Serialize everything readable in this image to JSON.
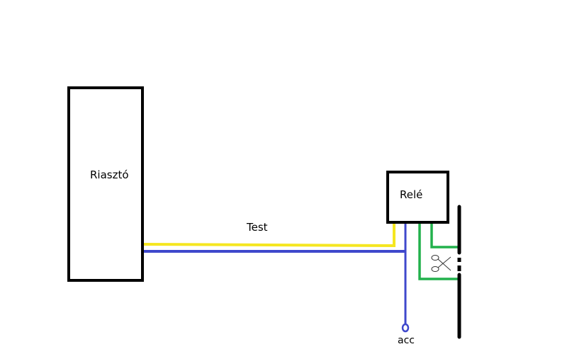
{
  "diagram": {
    "alarm_box": {
      "label": "Riasztó"
    },
    "relay_box": {
      "label": "Relé"
    },
    "wire_label": "Test",
    "terminal_label": "acc",
    "cut_symbol": "scissors-icon",
    "colors": {
      "yellow_wire": "#f5e620",
      "blue_wire": "#3f48cc",
      "green_wire": "#22b14c",
      "outline": "#000000",
      "background": "#ffffff"
    }
  }
}
